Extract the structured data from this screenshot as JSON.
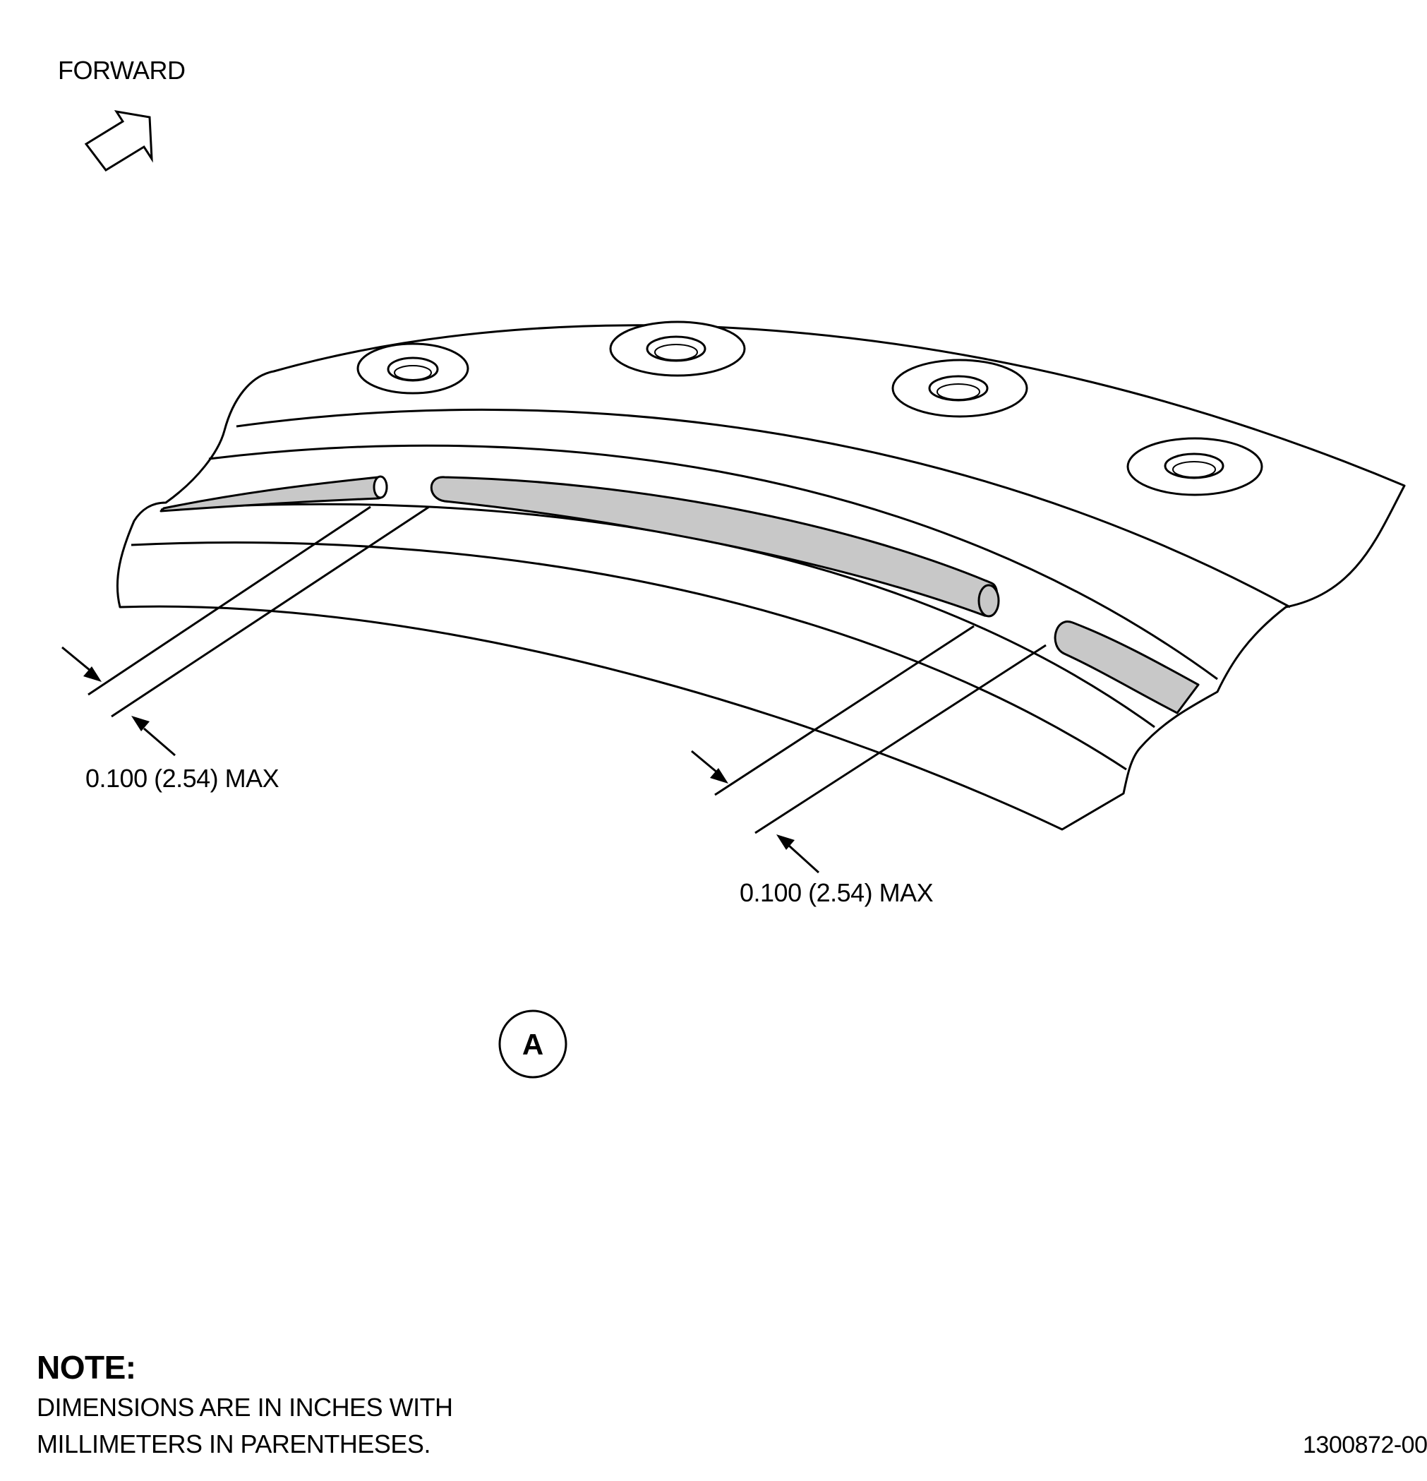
{
  "labels": {
    "forward": "FORWARD",
    "dimension_left": "0.100 (2.54) MAX",
    "dimension_right": "0.100 (2.54) MAX",
    "view": "A"
  },
  "note": {
    "heading": "NOTE:",
    "line1": "DIMENSIONS ARE IN INCHES WITH",
    "line2": "MILLIMETERS IN PARENTHESES."
  },
  "drawing_number": "1300872-00",
  "colors": {
    "ink": "#000000",
    "shade": "#c8c8c8",
    "paper": "#ffffff"
  },
  "icons": {
    "forward_arrow": "hollow-arrow-icon"
  }
}
